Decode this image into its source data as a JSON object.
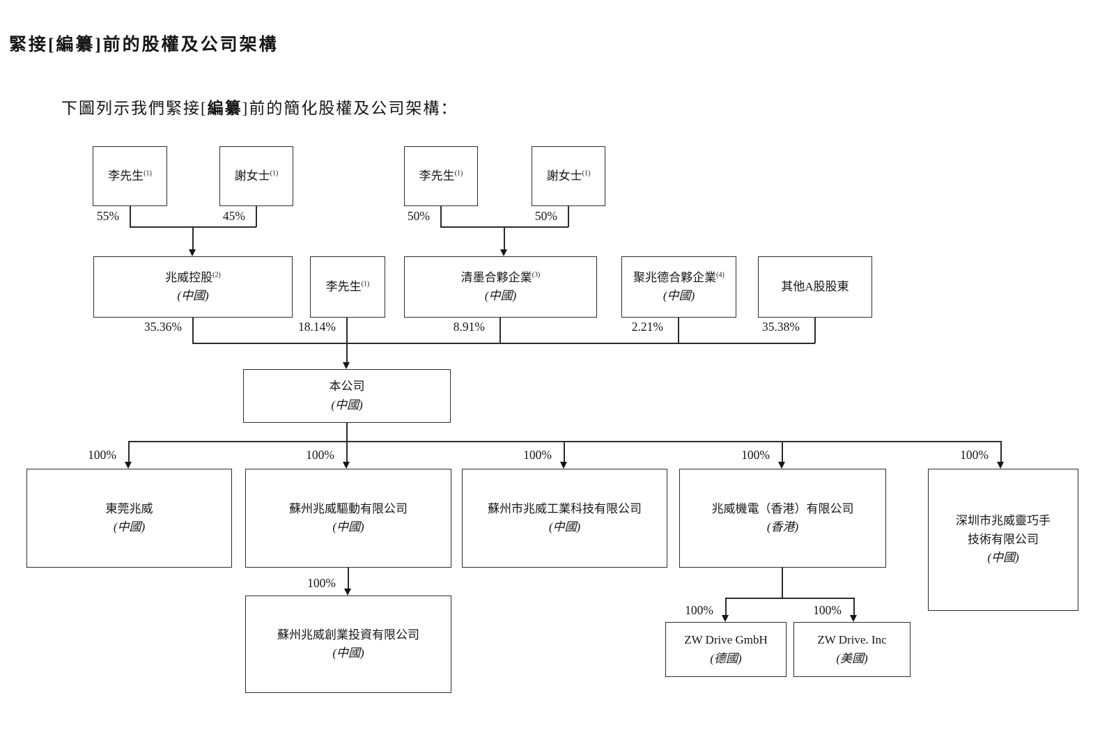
{
  "document": {
    "heading": {
      "pre": "緊接[",
      "emph": "編纂",
      "post": "]前的股權及公司架構"
    },
    "intro": {
      "pre": "下圖列示我們緊接[",
      "emph": "編纂",
      "post": "]前的簡化股權及公司架構："
    }
  },
  "nodes": {
    "p1": {
      "name": "李先生",
      "sup": "(1)"
    },
    "p2": {
      "name": "謝女士",
      "sup": "(1)"
    },
    "p3": {
      "name": "李先生",
      "sup": "(1)"
    },
    "p4": {
      "name": "謝女士",
      "sup": "(1)"
    },
    "holdco": {
      "name": "兆威控股",
      "sup": "(2)",
      "region": "(中國)"
    },
    "mrli": {
      "name": "李先生",
      "sup": "(1)"
    },
    "qingmo": {
      "name": "清墨合夥企業",
      "sup": "(3)",
      "region": "(中國)"
    },
    "juzhaode": {
      "name": "聚兆德合夥企業",
      "sup": "(4)",
      "region": "(中國)"
    },
    "othera": {
      "name": "其他A股股東"
    },
    "company": {
      "name": "本公司",
      "region": "(中國)"
    },
    "dongguan": {
      "name": "東莞兆威",
      "region": "(中國)"
    },
    "szdrive": {
      "name": "蘇州兆威驅動有限公司",
      "region": "(中國)"
    },
    "szind": {
      "name": "蘇州市兆威工業科技有限公司",
      "region": "(中國)"
    },
    "hk": {
      "name": "兆威機電（香港）有限公司",
      "region": "(香港)"
    },
    "shenzhen": {
      "name1": "深圳市兆威靈巧手",
      "name2": "技術有限公司",
      "region": "(中國)"
    },
    "szinvest": {
      "name": "蘇州兆威創業投資有限公司",
      "region": "(中國)"
    },
    "zwde": {
      "name": "ZW Drive GmbH",
      "region": "(德國)"
    },
    "zwus": {
      "name": "ZW Drive. Inc",
      "region": "(美國)"
    }
  },
  "percents": {
    "p1": "55%",
    "p2": "45%",
    "p3": "50%",
    "p4": "50%",
    "holdco": "35.36%",
    "mrli": "18.14%",
    "qingmo": "8.91%",
    "juzhaode": "2.21%",
    "othera": "35.38%",
    "sub1": "100%",
    "sub2": "100%",
    "sub3": "100%",
    "sub4": "100%",
    "sub5": "100%",
    "invest": "100%",
    "zwde": "100%",
    "zwus": "100%"
  },
  "edges": [
    {
      "from": "李先生(1)",
      "to": "兆威控股",
      "pct": "55%"
    },
    {
      "from": "謝女士(1)",
      "to": "兆威控股",
      "pct": "45%"
    },
    {
      "from": "李先生(1)",
      "to": "清墨合夥企業",
      "pct": "50%"
    },
    {
      "from": "謝女士(1)",
      "to": "清墨合夥企業",
      "pct": "50%"
    },
    {
      "from": "兆威控股",
      "to": "本公司",
      "pct": "35.36%"
    },
    {
      "from": "李先生(1)",
      "to": "本公司",
      "pct": "18.14%"
    },
    {
      "from": "清墨合夥企業",
      "to": "本公司",
      "pct": "8.91%"
    },
    {
      "from": "聚兆德合夥企業",
      "to": "本公司",
      "pct": "2.21%"
    },
    {
      "from": "其他A股股東",
      "to": "本公司",
      "pct": "35.38%"
    },
    {
      "from": "本公司",
      "to": "東莞兆威",
      "pct": "100%"
    },
    {
      "from": "本公司",
      "to": "蘇州兆威驅動有限公司",
      "pct": "100%"
    },
    {
      "from": "本公司",
      "to": "蘇州市兆威工業科技有限公司",
      "pct": "100%"
    },
    {
      "from": "本公司",
      "to": "兆威機電（香港）有限公司",
      "pct": "100%"
    },
    {
      "from": "本公司",
      "to": "深圳市兆威靈巧手技術有限公司",
      "pct": "100%"
    },
    {
      "from": "蘇州兆威驅動有限公司",
      "to": "蘇州兆威創業投資有限公司",
      "pct": "100%"
    },
    {
      "from": "兆威機電（香港）有限公司",
      "to": "ZW Drive GmbH",
      "pct": "100%"
    },
    {
      "from": "兆威機電（香港）有限公司",
      "to": "ZW Drive. Inc",
      "pct": "100%"
    }
  ]
}
